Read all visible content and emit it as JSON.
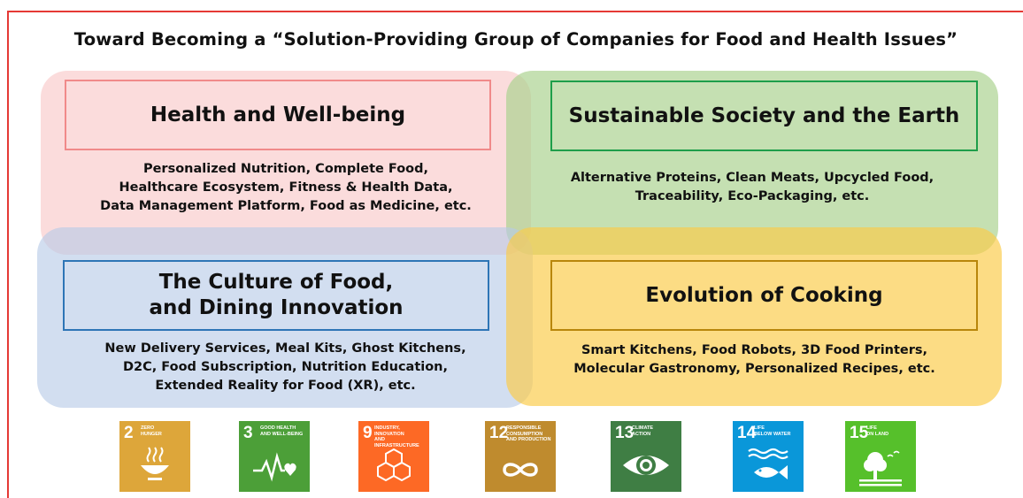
{
  "title": "Toward Becoming a “Solution-Providing Group of Companies for Food and Health Issues”",
  "quadrants": {
    "health": {
      "heading": "Health and Well-being",
      "lines": [
        "Personalized Nutrition, Complete Food,",
        "Healthcare Ecosystem, Fitness & Health Data,",
        "Data Management Platform, Food as Medicine, etc."
      ]
    },
    "sustain": {
      "heading": "Sustainable Society and the Earth",
      "lines": [
        "Alternative Proteins, Clean Meats, Upcycled Food,",
        "Traceability, Eco-Packaging, etc."
      ]
    },
    "culture": {
      "heading_line1": "The Culture of Food,",
      "heading_line2": "and Dining Innovation",
      "lines": [
        "New Delivery Services, Meal Kits, Ghost Kitchens,",
        "D2C, Food Subscription, Nutrition Education,",
        "Extended Reality for Food (XR), etc."
      ]
    },
    "cooking": {
      "heading": "Evolution of Cooking",
      "lines": [
        "Smart Kitchens, Food Robots, 3D Food Printers,",
        "Molecular Gastronomy, Personalized Recipes, etc."
      ]
    }
  },
  "sdgs": [
    {
      "number": "2",
      "label_1": "ZERO",
      "label_2": "HUNGER",
      "label_3": "",
      "color": "#DDA63A",
      "icon": "bowl-icon"
    },
    {
      "number": "3",
      "label_1": "GOOD HEALTH",
      "label_2": "AND WELL-BEING",
      "label_3": "",
      "color": "#4C9F38",
      "icon": "heartbeat-icon"
    },
    {
      "number": "9",
      "label_1": "INDUSTRY, INNOVATION",
      "label_2": "AND INFRASTRUCTURE",
      "label_3": "",
      "color": "#FD6925",
      "icon": "cubes-icon"
    },
    {
      "number": "12",
      "label_1": "RESPONSIBLE",
      "label_2": "CONSUMPTION",
      "label_3": "AND PRODUCTION",
      "color": "#BF8B2E",
      "icon": "infinity-icon"
    },
    {
      "number": "13",
      "label_1": "CLIMATE",
      "label_2": "ACTION",
      "label_3": "",
      "color": "#3F7E44",
      "icon": "eye-globe-icon"
    },
    {
      "number": "14",
      "label_1": "LIFE",
      "label_2": "BELOW WATER",
      "label_3": "",
      "color": "#0A97D9",
      "icon": "fish-icon"
    },
    {
      "number": "15",
      "label_1": "LIFE",
      "label_2": "ON LAND",
      "label_3": "",
      "color": "#56C02B",
      "icon": "tree-icon"
    }
  ]
}
